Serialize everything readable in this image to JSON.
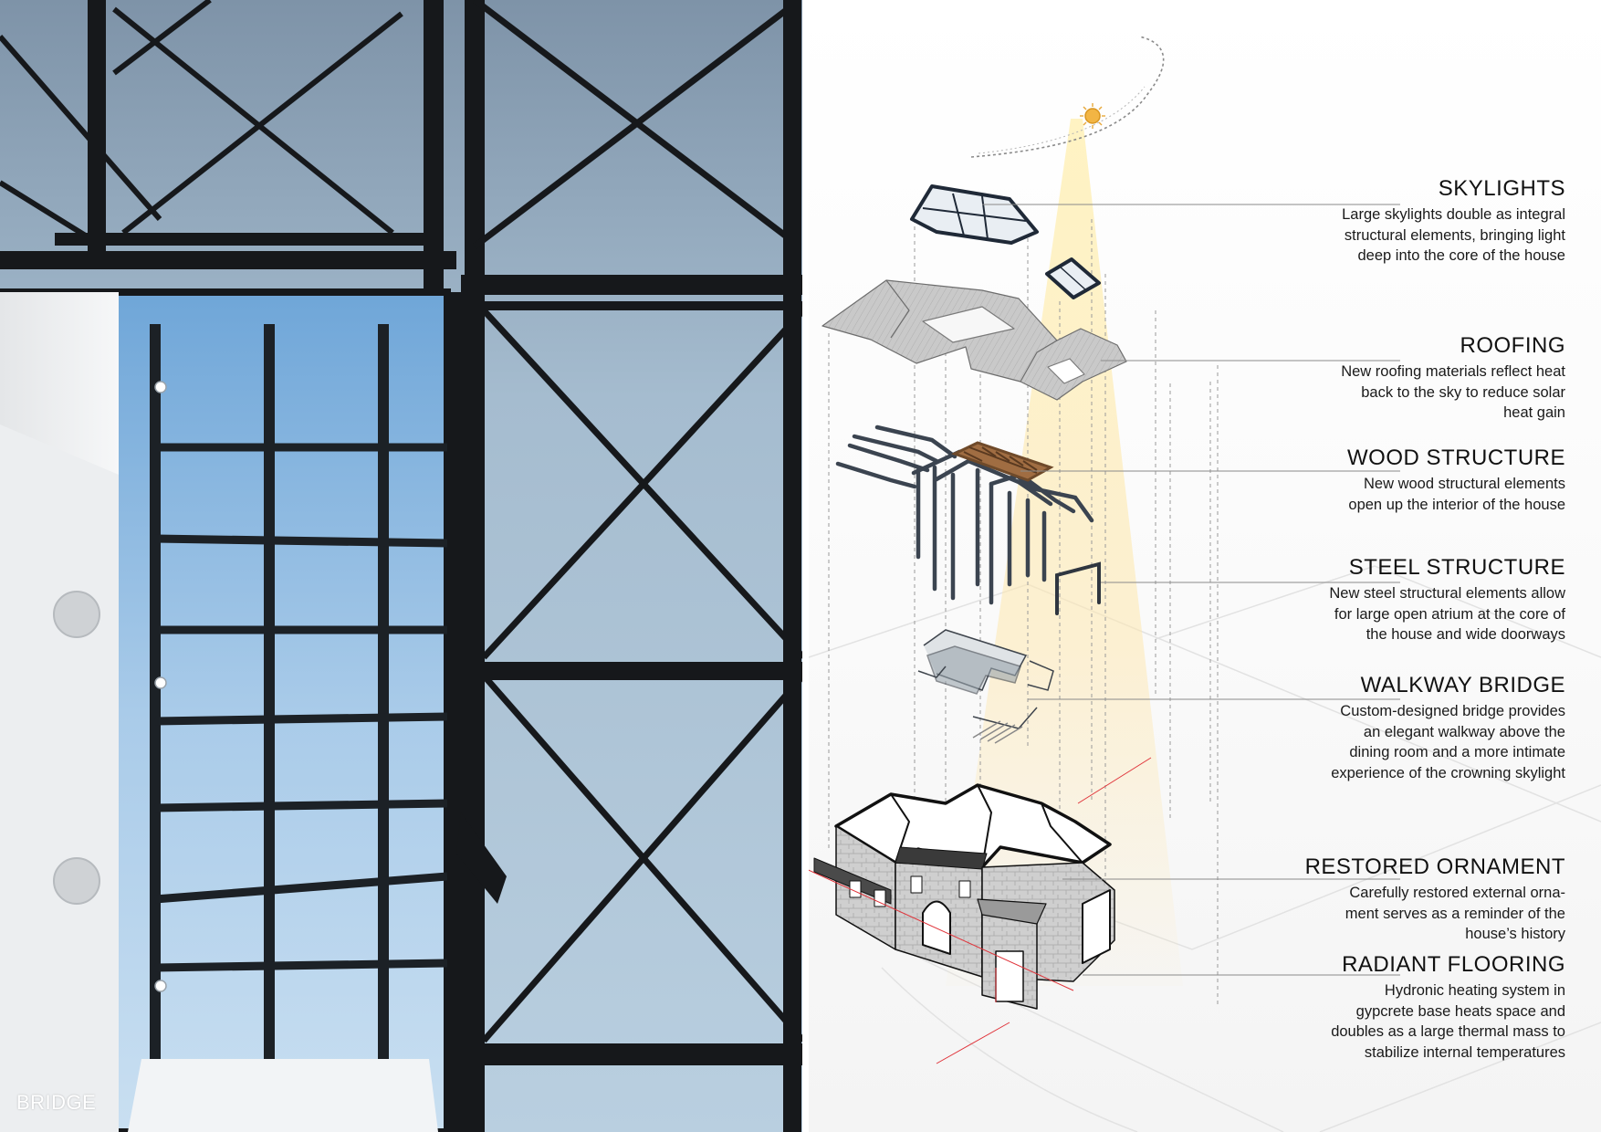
{
  "photo": {
    "caption": "BRIDGE"
  },
  "diagram": {
    "callouts": [
      {
        "id": "skylights",
        "title": "SKYLIGHTS",
        "lines": [
          "Large skylights double as integral",
          "structural elements, bringing light",
          "deep into the core of the house"
        ]
      },
      {
        "id": "roofing",
        "title": "ROOFING",
        "lines": [
          "New roofing materials reflect heat",
          "back to the sky to reduce solar",
          "heat gain"
        ]
      },
      {
        "id": "wood-structure",
        "title": "WOOD STRUCTURE",
        "lines": [
          "New wood structural elements",
          "open up the interior of the house"
        ]
      },
      {
        "id": "steel-structure",
        "title": "STEEL STRUCTURE",
        "lines": [
          "New steel structural elements allow",
          "for large open atrium at the core of",
          "the house and wide doorways"
        ]
      },
      {
        "id": "walkway-bridge",
        "title": "WALKWAY BRIDGE",
        "lines": [
          "Custom-designed bridge provides",
          "an elegant walkway above the",
          "dining room and a more intimate",
          "experience of the crowning skylight"
        ]
      },
      {
        "id": "restored-ornament",
        "title": "RESTORED ORNAMENT",
        "lines": [
          "Carefully restored external orna-",
          "ment serves as a reminder of the",
          "house’s history"
        ]
      },
      {
        "id": "radiant-flooring",
        "title": "RADIANT FLOORING",
        "lines": [
          "Hydronic heating system in",
          "gypcrete base heats space and",
          "doubles as a large thermal mass to",
          "stabilize internal temperatures"
        ]
      }
    ]
  }
}
